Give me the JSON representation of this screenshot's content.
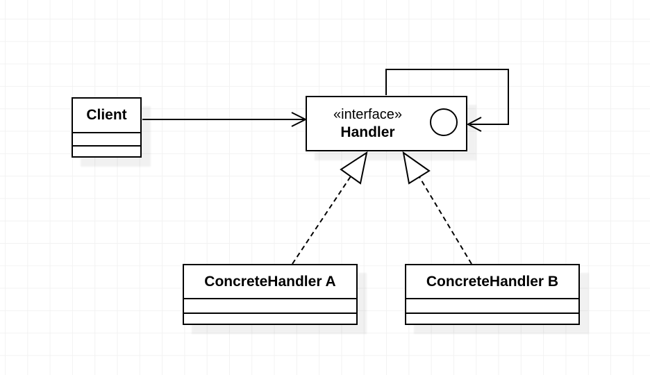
{
  "nodes": {
    "client": {
      "name": "Client"
    },
    "handler": {
      "stereotype": "«interface»",
      "name": "Handler",
      "icon": "interface-ball-icon"
    },
    "concrete_handler_a": {
      "name": "ConcreteHandler A"
    },
    "concrete_handler_b": {
      "name": "ConcreteHandler B"
    }
  },
  "edges": {
    "client_to_handler": {
      "type": "association",
      "from": "Client",
      "to": "Handler"
    },
    "handler_self": {
      "type": "self-association",
      "from": "Handler",
      "to": "Handler"
    },
    "a_implements_handler": {
      "type": "realization",
      "from": "ConcreteHandler A",
      "to": "Handler"
    },
    "b_implements_handler": {
      "type": "realization",
      "from": "ConcreteHandler B",
      "to": "Handler"
    }
  },
  "colors": {
    "line": "#000000",
    "background": "#ffffff",
    "grid_line": "#f2f2f2",
    "box_fill": "#ffffff",
    "shadow": "rgba(0,0,0,0.055)"
  }
}
